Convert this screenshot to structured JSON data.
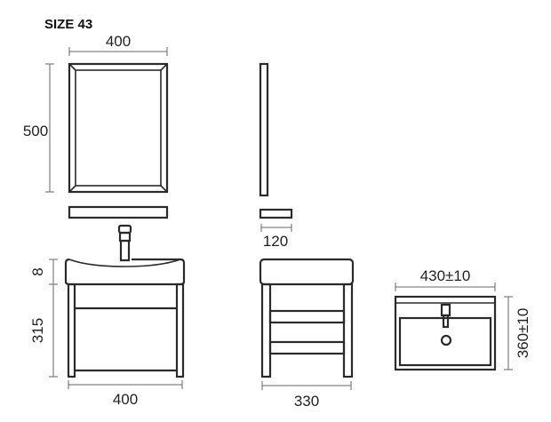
{
  "title": "SIZE 43",
  "mirror": {
    "width": "400",
    "height": "500"
  },
  "mirror_side": {
    "depth": "120"
  },
  "vanity_front": {
    "top_height": "8",
    "cabinet_height": "315",
    "width": "400"
  },
  "vanity_side": {
    "depth": "330"
  },
  "basin_top": {
    "width": "430±10",
    "depth": "360±10"
  }
}
